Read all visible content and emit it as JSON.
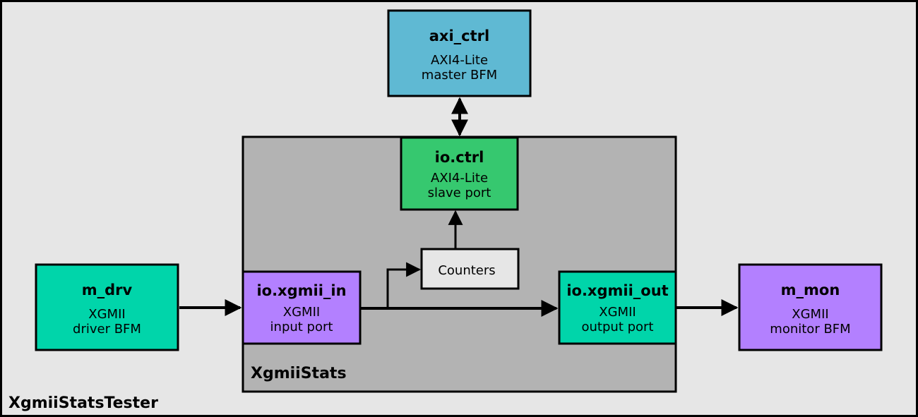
{
  "outer": {
    "label": "XgmiiStatsTester"
  },
  "inner": {
    "label": "XgmiiStats"
  },
  "boxes": {
    "axi_ctrl": {
      "title": "axi_ctrl",
      "line1": "AXI4-Lite",
      "line2": "master BFM"
    },
    "io_ctrl": {
      "title": "io.ctrl",
      "line1": "AXI4-Lite",
      "line2": "slave port"
    },
    "m_drv": {
      "title": "m_drv",
      "line1": "XGMII",
      "line2": "driver BFM"
    },
    "io_xgmii_in": {
      "title": "io.xgmii_in",
      "line1": "XGMII",
      "line2": "input port"
    },
    "io_xgmii_out": {
      "title": "io.xgmii_out",
      "line1": "XGMII",
      "line2": "output port"
    },
    "m_mon": {
      "title": "m_mon",
      "line1": "XGMII",
      "line2": "monitor BFM"
    },
    "counters": {
      "label": "Counters"
    }
  },
  "colors": {
    "outer_bg": "#e6e6e6",
    "inner_bg": "#b3b3b3",
    "axi_blue": "#5fb9d3",
    "ctrl_green": "#36c86f",
    "xgmii_teal": "#00d5aa",
    "xgmii_purple": "#b380ff",
    "counters_bg": "#e6e6e6"
  }
}
